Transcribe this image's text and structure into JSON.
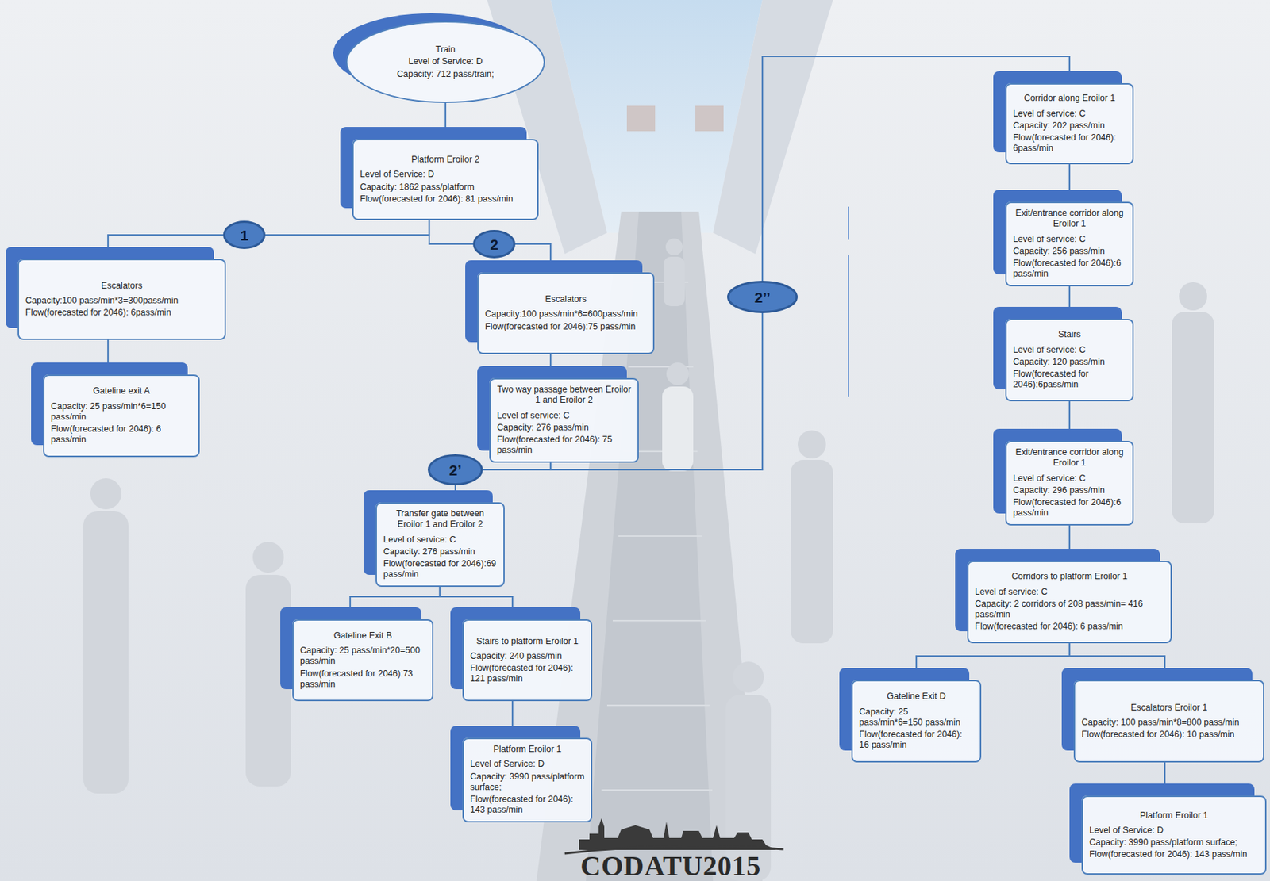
{
  "diagram": {
    "nodes": [
      {
        "text": [
          "Train",
          "Level of Service: D",
          "Capacity: 712 pass/train;"
        ]
      },
      {
        "text": [
          "Platform Eroilor 2",
          "Level of Service: D",
          "Capacity: 1862 pass/platform",
          "Flow(forecasted for 2046): 81 pass/min"
        ]
      },
      {
        "text": [
          "Escalators",
          "Capacity:100 pass/min*3=300pass/min",
          "Flow(forecasted for 2046): 6pass/min"
        ]
      },
      {
        "text": [
          "Gateline exit A",
          "Capacity: 25 pass/min*6=150 pass/min",
          "Flow(forecasted for 2046): 6 pass/min"
        ]
      },
      {
        "text": [
          "Escalators",
          "Capacity:100 pass/min*6=600pass/min",
          "Flow(forecasted for 2046):75 pass/min"
        ]
      },
      {
        "text": [
          "Two way passage between Eroilor 1 and Eroilor 2",
          "Level of service: C",
          "Capacity: 276 pass/min",
          "Flow(forecasted for 2046): 75 pass/min"
        ]
      },
      {
        "text": [
          "Transfer gate between Eroilor 1 and Eroilor 2",
          "Level of service: C",
          "Capacity: 276 pass/min",
          "Flow(forecasted for 2046):69 pass/min"
        ]
      },
      {
        "text": [
          "Gateline Exit B",
          "Capacity: 25 pass/min*20=500 pass/min",
          "Flow(forecasted for 2046):73 pass/min"
        ]
      },
      {
        "text": [
          "Stairs to platform Eroilor 1",
          "Capacity: 240 pass/min",
          "Flow(forecasted for 2046): 121 pass/min"
        ]
      },
      {
        "text": [
          "Platform Eroilor 1",
          "Level of Service: D",
          "Capacity: 3990 pass/platform surface;",
          "Flow(forecasted for 2046): 143 pass/min"
        ]
      },
      {
        "text": [
          "Corridor along Eroilor 1",
          "Level of service: C",
          "Capacity: 202 pass/min",
          "Flow(forecasted for 2046): 6pass/min"
        ]
      },
      {
        "text": [
          "Exit/entrance corridor along Eroilor 1",
          "Level of service: C",
          "Capacity: 256 pass/min",
          "Flow(forecasted for 2046):6 pass/min"
        ]
      },
      {
        "text": [
          "Stairs",
          "Level of service: C",
          "Capacity: 120 pass/min",
          "Flow(forecasted for 2046):6pass/min"
        ]
      },
      {
        "text": [
          "Exit/entrance corridor along Eroilor 1",
          "Level of service: C",
          "Capacity: 296 pass/min",
          "Flow(forecasted for 2046):6 pass/min"
        ]
      },
      {
        "text": [
          "Corridors to platform Eroilor 1",
          "Level of service: C",
          "Capacity: 2 corridors of 208 pass/min= 416 pass/min",
          "Flow(forecasted for 2046): 6 pass/min"
        ]
      },
      {
        "text": [
          "Gateline Exit D",
          "Capacity: 25 pass/min*6=150 pass/min",
          "Flow(forecasted for 2046): 16 pass/min"
        ]
      },
      {
        "text": [
          "Escalators Eroilor 1",
          "Capacity: 100 pass/min*8=800 pass/min",
          "Flow(forecasted for 2046): 10 pass/min"
        ]
      },
      {
        "text": [
          "Platform Eroilor 1",
          "Level of Service: D",
          "Capacity: 3990 pass/platform surface;",
          "Flow(forecasted for 2046): 143 pass/min"
        ]
      },
      {
        "text": [
          "1"
        ]
      },
      {
        "text": [
          "2"
        ]
      },
      {
        "text": [
          "2’"
        ]
      },
      {
        "text": [
          "2’’"
        ]
      }
    ],
    "edges": [
      {
        "from": 0,
        "to": 1,
        "arrow": "none"
      },
      {
        "from": 1,
        "to": 18,
        "arrow": "none"
      },
      {
        "from": 18,
        "to": 2,
        "arrow": "none"
      },
      {
        "from": 2,
        "to": 3,
        "arrow": "none"
      },
      {
        "from": 1,
        "to": 19,
        "arrow": "none"
      },
      {
        "from": 19,
        "to": 4,
        "arrow": "none"
      },
      {
        "from": 4,
        "to": 5,
        "arrow": "none"
      },
      {
        "from": 5,
        "to": 20,
        "arrow": "none"
      },
      {
        "from": 20,
        "to": 6,
        "arrow": "none"
      },
      {
        "from": 6,
        "to": 7,
        "arrow": "none"
      },
      {
        "from": 6,
        "to": 8,
        "arrow": "none"
      },
      {
        "from": 8,
        "to": 9,
        "arrow": "none"
      },
      {
        "from": 5,
        "to": 21,
        "arrow": "none"
      },
      {
        "from": 21,
        "to": 10,
        "arrow": "none"
      },
      {
        "from": 10,
        "to": 11,
        "arrow": "none"
      },
      {
        "from": 11,
        "to": 12,
        "arrow": "none"
      },
      {
        "from": 12,
        "to": 13,
        "arrow": "none"
      },
      {
        "from": 13,
        "to": 14,
        "arrow": "none"
      },
      {
        "from": 14,
        "to": 15,
        "arrow": "none"
      },
      {
        "from": 14,
        "to": 16,
        "arrow": "none"
      },
      {
        "from": 16,
        "to": 17,
        "arrow": "none"
      }
    ],
    "labels": [
      "CODATU2015"
    ]
  }
}
